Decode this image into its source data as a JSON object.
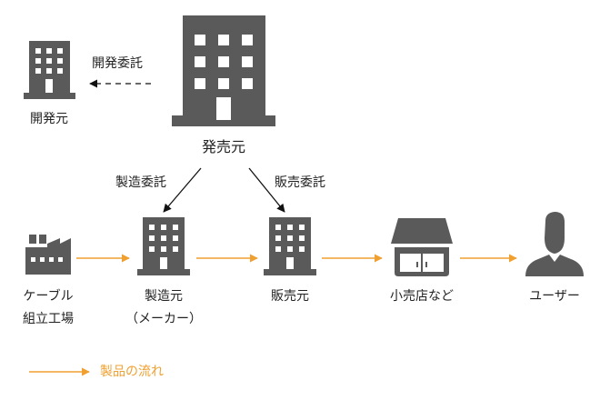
{
  "nodes": {
    "developer": "開発元",
    "publisher": "発売元",
    "cable_factory": [
      "ケーブル",
      "組立工場"
    ],
    "manufacturer": "製造元",
    "manufacturer_sub": "（メーカー）",
    "seller": "販売元",
    "retailer": "小売店など",
    "user": "ユーザー"
  },
  "relations": {
    "dev_contract": "開発委託",
    "mfg_contract": "製造委託",
    "sales_contract": "販売委託"
  },
  "legend": {
    "product_flow": "製品の流れ"
  },
  "colors": {
    "icon": "#5a5a5a",
    "flow_arrow": "#F0A030",
    "contract_arrow": "#111111",
    "text": "#222222"
  }
}
